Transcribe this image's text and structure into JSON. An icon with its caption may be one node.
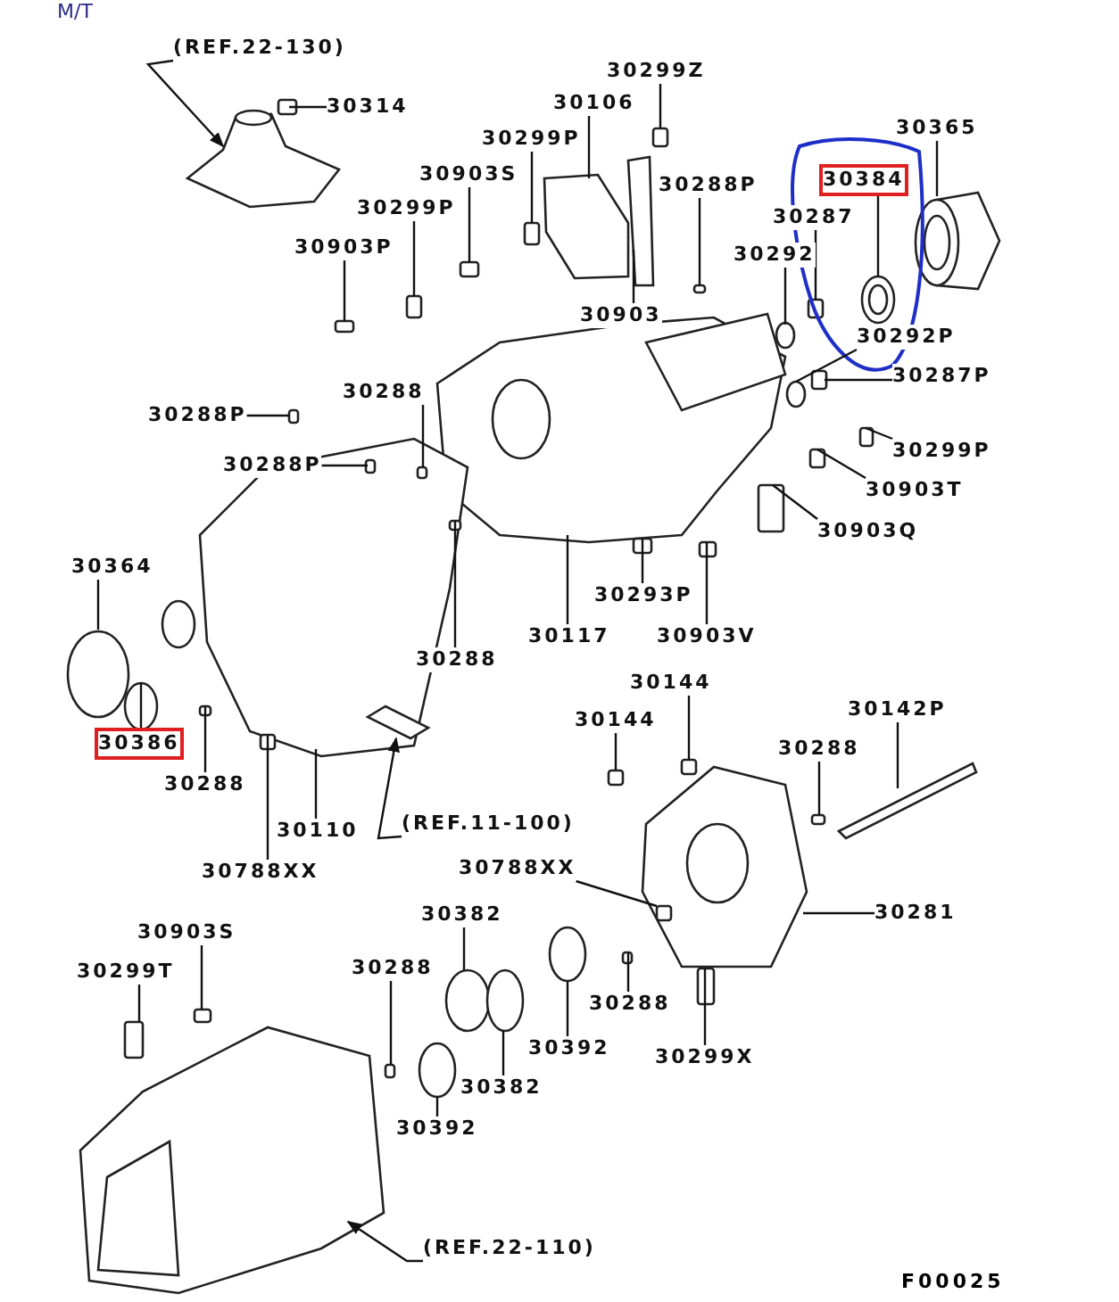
{
  "diagram": {
    "nodes": [
      {
        "text": [
          "(REF.22-130)"
        ]
      },
      {
        "text": [
          "30314"
        ]
      },
      {
        "text": [
          "30106"
        ]
      },
      {
        "text": [
          "30299Z"
        ]
      },
      {
        "text": [
          "30299P"
        ]
      },
      {
        "text": [
          "30903S"
        ]
      },
      {
        "text": [
          "30299P"
        ]
      },
      {
        "text": [
          "30903P"
        ]
      },
      {
        "text": [
          "30288P"
        ]
      },
      {
        "text": [
          "30903"
        ]
      },
      {
        "text": [
          "30365"
        ]
      },
      {
        "text": [
          "30384"
        ]
      },
      {
        "text": [
          "30287"
        ]
      },
      {
        "text": [
          "30292"
        ]
      },
      {
        "text": [
          "30292P"
        ]
      },
      {
        "text": [
          "30287P"
        ]
      },
      {
        "text": [
          "30288"
        ]
      },
      {
        "text": [
          "30288P"
        ]
      },
      {
        "text": [
          "30288P"
        ]
      },
      {
        "text": [
          "30299P"
        ]
      },
      {
        "text": [
          "30903T"
        ]
      },
      {
        "text": [
          "30903Q"
        ]
      },
      {
        "text": [
          "30364"
        ]
      },
      {
        "text": [
          "30293P"
        ]
      },
      {
        "text": [
          "30117"
        ]
      },
      {
        "text": [
          "30903V"
        ]
      },
      {
        "text": [
          "30288"
        ]
      },
      {
        "text": [
          "30144"
        ]
      },
      {
        "text": [
          "30144"
        ]
      },
      {
        "text": [
          "30288"
        ]
      },
      {
        "text": [
          "30142P"
        ]
      },
      {
        "text": [
          "30386"
        ]
      },
      {
        "text": [
          "30288"
        ]
      },
      {
        "text": [
          "30110"
        ]
      },
      {
        "text": [
          "(REF.11-100)"
        ]
      },
      {
        "text": [
          "30788XX"
        ]
      },
      {
        "text": [
          "30788XX"
        ]
      },
      {
        "text": [
          "30281"
        ]
      },
      {
        "text": [
          "30903S"
        ]
      },
      {
        "text": [
          "30382"
        ]
      },
      {
        "text": [
          "30299T"
        ]
      },
      {
        "text": [
          "30288"
        ]
      },
      {
        "text": [
          "30392"
        ]
      },
      {
        "text": [
          "30288"
        ]
      },
      {
        "text": [
          "30382"
        ]
      },
      {
        "text": [
          "30299X"
        ]
      },
      {
        "text": [
          "30392"
        ]
      },
      {
        "text": [
          "(REF.22-110)"
        ]
      }
    ],
    "edges": [
      {
        "from": 0,
        "to": null,
        "arrow": "to"
      },
      {
        "from": 1,
        "to": null,
        "arrow": "none"
      },
      {
        "from": 2,
        "to": null,
        "arrow": "none"
      },
      {
        "from": 3,
        "to": null,
        "arrow": "none"
      },
      {
        "from": 4,
        "to": null,
        "arrow": "none"
      },
      {
        "from": 5,
        "to": null,
        "arrow": "none"
      },
      {
        "from": 6,
        "to": null,
        "arrow": "none"
      },
      {
        "from": 7,
        "to": null,
        "arrow": "none"
      },
      {
        "from": 8,
        "to": null,
        "arrow": "none"
      },
      {
        "from": 9,
        "to": null,
        "arrow": "none"
      },
      {
        "from": 10,
        "to": null,
        "arrow": "none"
      },
      {
        "from": 11,
        "to": null,
        "arrow": "none"
      },
      {
        "from": 12,
        "to": null,
        "arrow": "none"
      },
      {
        "from": 13,
        "to": null,
        "arrow": "none"
      },
      {
        "from": 14,
        "to": null,
        "arrow": "none"
      },
      {
        "from": 15,
        "to": null,
        "arrow": "none"
      },
      {
        "from": 16,
        "to": null,
        "arrow": "none"
      },
      {
        "from": 17,
        "to": null,
        "arrow": "none"
      },
      {
        "from": 18,
        "to": null,
        "arrow": "none"
      },
      {
        "from": 19,
        "to": null,
        "arrow": "none"
      },
      {
        "from": 20,
        "to": null,
        "arrow": "none"
      },
      {
        "from": 21,
        "to": null,
        "arrow": "none"
      },
      {
        "from": 22,
        "to": null,
        "arrow": "none"
      },
      {
        "from": 23,
        "to": null,
        "arrow": "none"
      },
      {
        "from": 24,
        "to": null,
        "arrow": "none"
      },
      {
        "from": 25,
        "to": null,
        "arrow": "none"
      },
      {
        "from": 26,
        "to": null,
        "arrow": "none"
      },
      {
        "from": 27,
        "to": null,
        "arrow": "none"
      },
      {
        "from": 28,
        "to": null,
        "arrow": "none"
      },
      {
        "from": 29,
        "to": null,
        "arrow": "none"
      },
      {
        "from": 30,
        "to": null,
        "arrow": "none"
      },
      {
        "from": 31,
        "to": null,
        "arrow": "none"
      },
      {
        "from": 32,
        "to": null,
        "arrow": "none"
      },
      {
        "from": 33,
        "to": null,
        "arrow": "none"
      },
      {
        "from": 34,
        "to": null,
        "arrow": "to"
      },
      {
        "from": 35,
        "to": null,
        "arrow": "none"
      },
      {
        "from": 36,
        "to": null,
        "arrow": "none"
      },
      {
        "from": 37,
        "to": null,
        "arrow": "none"
      },
      {
        "from": 38,
        "to": null,
        "arrow": "none"
      },
      {
        "from": 39,
        "to": null,
        "arrow": "none"
      },
      {
        "from": 40,
        "to": null,
        "arrow": "none"
      },
      {
        "from": 41,
        "to": null,
        "arrow": "none"
      },
      {
        "from": 42,
        "to": null,
        "arrow": "none"
      },
      {
        "from": 43,
        "to": null,
        "arrow": "none"
      },
      {
        "from": 44,
        "to": null,
        "arrow": "none"
      },
      {
        "from": 45,
        "to": null,
        "arrow": "none"
      },
      {
        "from": 46,
        "to": null,
        "arrow": "none"
      },
      {
        "from": 47,
        "to": null,
        "arrow": "to"
      }
    ],
    "labels": [
      "M/T",
      "F00025"
    ]
  }
}
